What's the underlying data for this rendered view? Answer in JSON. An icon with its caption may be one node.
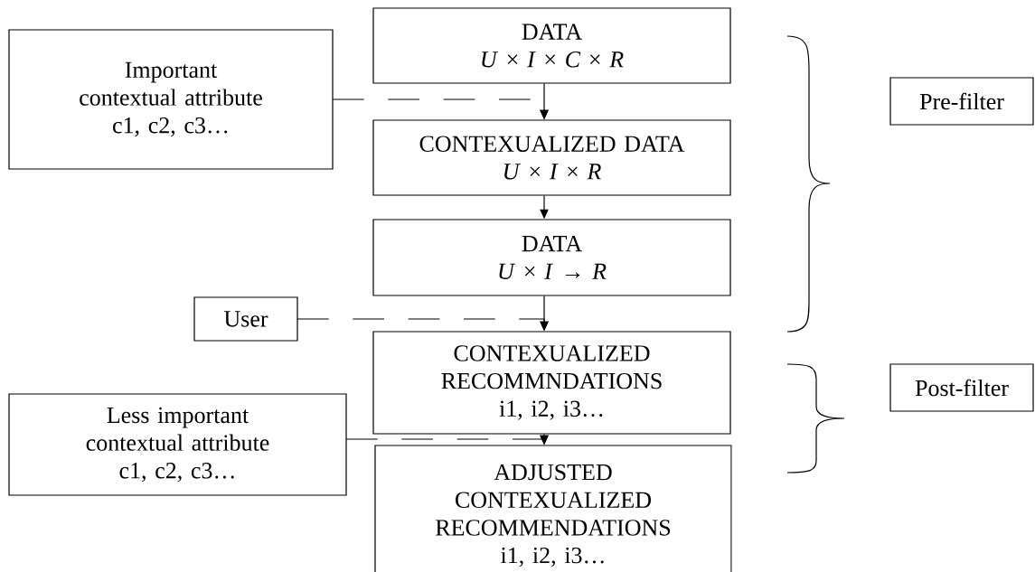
{
  "diagram": {
    "nodes": [
      {
        "text": [
          "DATA",
          "*U* × *I* × *C* × *R*"
        ]
      },
      {
        "text": [
          "Important contextual attribute",
          "c1, c2, c3…"
        ]
      },
      {
        "text": [
          "CONTEXUALIZED DATA",
          "*U* × *I* × *R*"
        ]
      },
      {
        "text": [
          "DATA",
          "*U* × *I* → *R*"
        ]
      },
      {
        "text": [
          "User"
        ]
      },
      {
        "text": [
          "CONTEXUALIZED RECOMMNDATIONS",
          "i1, i2, i3…"
        ]
      },
      {
        "text": [
          "Less important contextual attribute",
          "c1, c2, c3…"
        ]
      },
      {
        "text": [
          "ADJUSTED CONTEXUALIZED RECOMMENDATIONS",
          "i1, i2, i3…"
        ]
      },
      {
        "text": [
          "Pre-filter"
        ]
      },
      {
        "text": [
          "Post-filter"
        ]
      }
    ],
    "edges": [
      {
        "from": 0,
        "to": 2,
        "arrow": "to"
      },
      {
        "from": 1,
        "to": 2,
        "arrow": "to",
        "style": "dashed"
      },
      {
        "from": 2,
        "to": 3,
        "arrow": "to"
      },
      {
        "from": 3,
        "to": 5,
        "arrow": "to"
      },
      {
        "from": 4,
        "to": 5,
        "arrow": "to",
        "style": "dashed"
      },
      {
        "from": 5,
        "to": 7,
        "arrow": "to"
      },
      {
        "from": 6,
        "to": 7,
        "arrow": "to",
        "style": "dashed"
      }
    ]
  }
}
